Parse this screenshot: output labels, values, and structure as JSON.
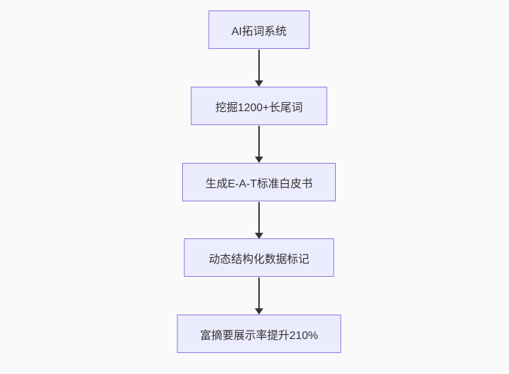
{
  "diagram": {
    "type": "flowchart",
    "direction": "top-down",
    "nodes": [
      {
        "id": "node-1",
        "label": "AI拓词系统"
      },
      {
        "id": "node-2",
        "label": "挖掘1200+长尾词"
      },
      {
        "id": "node-3",
        "label": "生成E-A-T标准白皮书"
      },
      {
        "id": "node-4",
        "label": "动态结构化数据标记"
      },
      {
        "id": "node-5",
        "label": "富摘要展示率提升210%"
      }
    ],
    "edges": [
      {
        "from": "node-1",
        "to": "node-2",
        "style": "arrow-down"
      },
      {
        "from": "node-2",
        "to": "node-3",
        "style": "arrow-down"
      },
      {
        "from": "node-3",
        "to": "node-4",
        "style": "arrow-down"
      },
      {
        "from": "node-4",
        "to": "node-5",
        "style": "arrow-down"
      }
    ],
    "colors": {
      "background": "#fafafa",
      "node_fill": "#ececff",
      "node_border": "#9370db",
      "text": "#333333",
      "arrow": "#333333"
    }
  }
}
